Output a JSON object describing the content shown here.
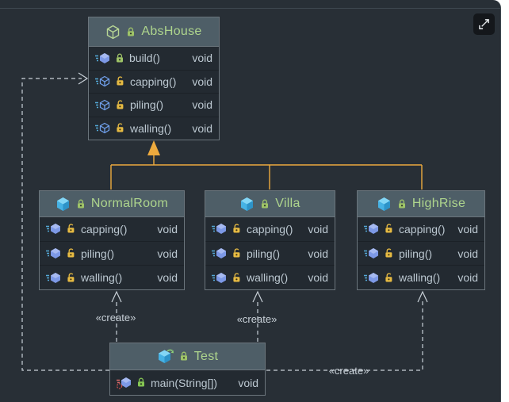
{
  "colors": {
    "canvas_bg": "#282f36",
    "header_bg": "#4e5e67",
    "body_bg": "#232a31",
    "title_green": "#aed58d",
    "row_text": "#bcc8d1",
    "inheritance_accent": "#edaa3e",
    "dependency_gray": "#c9d1d8"
  },
  "icons": {
    "expand": "expand-icon",
    "class": "class-cube-icon",
    "abstract_class": "abstract-class-cube-icon",
    "method": "method-cube-icon",
    "abstract_method": "abstract-method-cube-icon",
    "lock_green_closed": "green-lock-icon",
    "lock_yellow_open": "yellow-open-lock-icon"
  },
  "classes": [
    {
      "name": "AbsHouse",
      "kind": "abstract class",
      "methods": [
        {
          "label": "build()",
          "returns": "void"
        },
        {
          "label": "capping()",
          "returns": "void"
        },
        {
          "label": "piling()",
          "returns": "void"
        },
        {
          "label": "walling()",
          "returns": "void"
        }
      ]
    },
    {
      "name": "NormalRoom",
      "kind": "class",
      "methods": [
        {
          "label": "capping()",
          "returns": "void"
        },
        {
          "label": "piling()",
          "returns": "void"
        },
        {
          "label": "walling()",
          "returns": "void"
        }
      ]
    },
    {
      "name": "Villa",
      "kind": "class",
      "methods": [
        {
          "label": "capping()",
          "returns": "void"
        },
        {
          "label": "piling()",
          "returns": "void"
        },
        {
          "label": "walling()",
          "returns": "void"
        }
      ]
    },
    {
      "name": "HighRise",
      "kind": "class",
      "methods": [
        {
          "label": "capping()",
          "returns": "void"
        },
        {
          "label": "piling()",
          "returns": "void"
        },
        {
          "label": "walling()",
          "returns": "void"
        }
      ]
    },
    {
      "name": "Test",
      "kind": "class",
      "methods": [
        {
          "label": "main(String[])",
          "returns": "void"
        }
      ]
    }
  ],
  "edges": {
    "inheritance_targets": "AbsHouse",
    "create_labels": [
      "«create»",
      "«create»",
      "«create»"
    ]
  }
}
